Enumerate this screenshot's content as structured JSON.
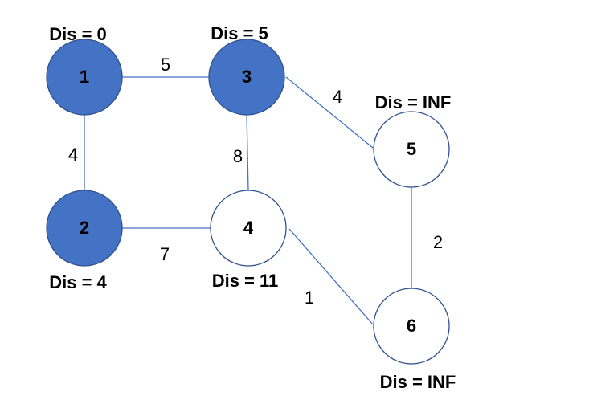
{
  "colors": {
    "visited_fill": "#4472C4",
    "visited_stroke": "#2F528F",
    "unvisited_fill": "#FFFFFF",
    "unvisited_stroke": "#2F528F",
    "edge": "#4472C4",
    "text": "#000000"
  },
  "nodes": [
    {
      "id": "1",
      "label": "1",
      "dis": "Dis = 0",
      "visited": true
    },
    {
      "id": "2",
      "label": "2",
      "dis": "Dis = 4",
      "visited": true
    },
    {
      "id": "3",
      "label": "3",
      "dis": "Dis = 5",
      "visited": true
    },
    {
      "id": "4",
      "label": "4",
      "dis": "Dis = 11",
      "visited": false
    },
    {
      "id": "5",
      "label": "5",
      "dis": "Dis = INF",
      "visited": false
    },
    {
      "id": "6",
      "label": "6",
      "dis": "Dis = INF",
      "visited": false
    }
  ],
  "edges": [
    {
      "from": "1",
      "to": "3",
      "weight": "5"
    },
    {
      "from": "1",
      "to": "2",
      "weight": "4"
    },
    {
      "from": "3",
      "to": "4",
      "weight": "8"
    },
    {
      "from": "3",
      "to": "5",
      "weight": "4"
    },
    {
      "from": "2",
      "to": "4",
      "weight": "7"
    },
    {
      "from": "4",
      "to": "6",
      "weight": "1"
    },
    {
      "from": "5",
      "to": "6",
      "weight": "2"
    }
  ]
}
